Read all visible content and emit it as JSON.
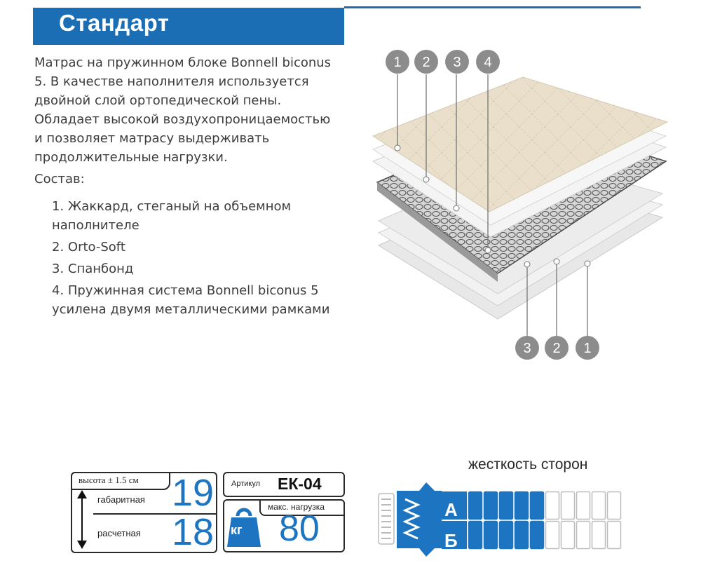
{
  "header": {
    "title": "Стандарт",
    "accent_color": "#1c6eb4"
  },
  "description": {
    "lines": [
      "Матрас на пружинном блоке Bonnell biconus",
      "5. В качестве наполнителя используется",
      "двойной слой ортопедической пены.",
      "Обладает высокой воздухопроницаемостью",
      "и позволяет матрасу выдерживать",
      "продолжительные нагрузки."
    ]
  },
  "composition": {
    "label": "Состав:",
    "items": [
      {
        "line1": "1. Жаккард, стеганый на объемном",
        "line2": "наполнителе"
      },
      {
        "line1": "2. Orto-Soft",
        "line2": ""
      },
      {
        "line1": "3. Спанбонд",
        "line2": ""
      },
      {
        "line1": "4. Пружинная система Bonnell biconus 5",
        "line2": "усилена двумя металлическими рамками"
      }
    ]
  },
  "diagram": {
    "top_markers": [
      "1",
      "2",
      "3",
      "4"
    ],
    "bottom_markers": [
      "3",
      "2",
      "1"
    ],
    "marker_color": "#8c8c8c"
  },
  "specs": {
    "height_label": "высота ± 1.5 см",
    "overall_label": "габаритная",
    "overall_value": "19",
    "calc_label": "расчетная",
    "calc_value": "18",
    "article_label": "Артикул",
    "article_value": "ЕК-04",
    "max_load_label": "макс. нагрузка",
    "max_load_value": "80",
    "kg_label": "кг",
    "value_color": "#1d74c0"
  },
  "firmness": {
    "title": "жесткость сторон",
    "side_a": {
      "letter": "А",
      "level": 5,
      "total": 10
    },
    "side_b": {
      "letter": "Б",
      "level": 5,
      "total": 10
    },
    "fill_color": "#1d74c0"
  }
}
